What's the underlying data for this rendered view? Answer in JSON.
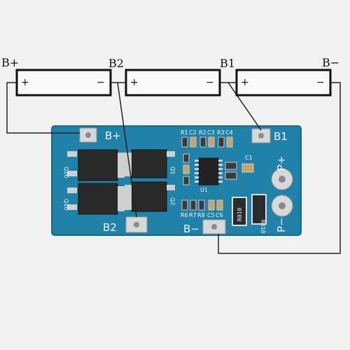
{
  "battery_labels": {
    "b_plus": "B+",
    "b2": "B2",
    "b1": "B1",
    "b_minus": "B−"
  },
  "cells": [
    {
      "plus": "+",
      "minus": "−"
    },
    {
      "plus": "+",
      "minus": "−"
    },
    {
      "plus": "+",
      "minus": "−"
    }
  ],
  "board": {
    "pad_b_plus": "B+",
    "pad_b1": "B1",
    "pad_b2": "B2",
    "pad_b_minus": "B−",
    "p_plus": "P+",
    "p_minus": "P−",
    "q1": "Q1",
    "q2": "Q2",
    "q20": "Q20",
    "q10": "Q10",
    "c1": "C1",
    "u1": "U1",
    "res1": "R010",
    "res2": "R010",
    "top_labels": [
      "R1",
      "C2",
      "R2",
      "C3",
      "R3",
      "C4"
    ],
    "bottom_labels": [
      "R6",
      "R7",
      "R8",
      "C5",
      "C6"
    ]
  },
  "colors": {
    "pcb": "#1f7fa6",
    "pcb_edge": "#176c8f",
    "silk": "#f4f4f4",
    "pad": "#d8d8d8",
    "chip": "#2a2a2a",
    "wire": "#222222"
  }
}
